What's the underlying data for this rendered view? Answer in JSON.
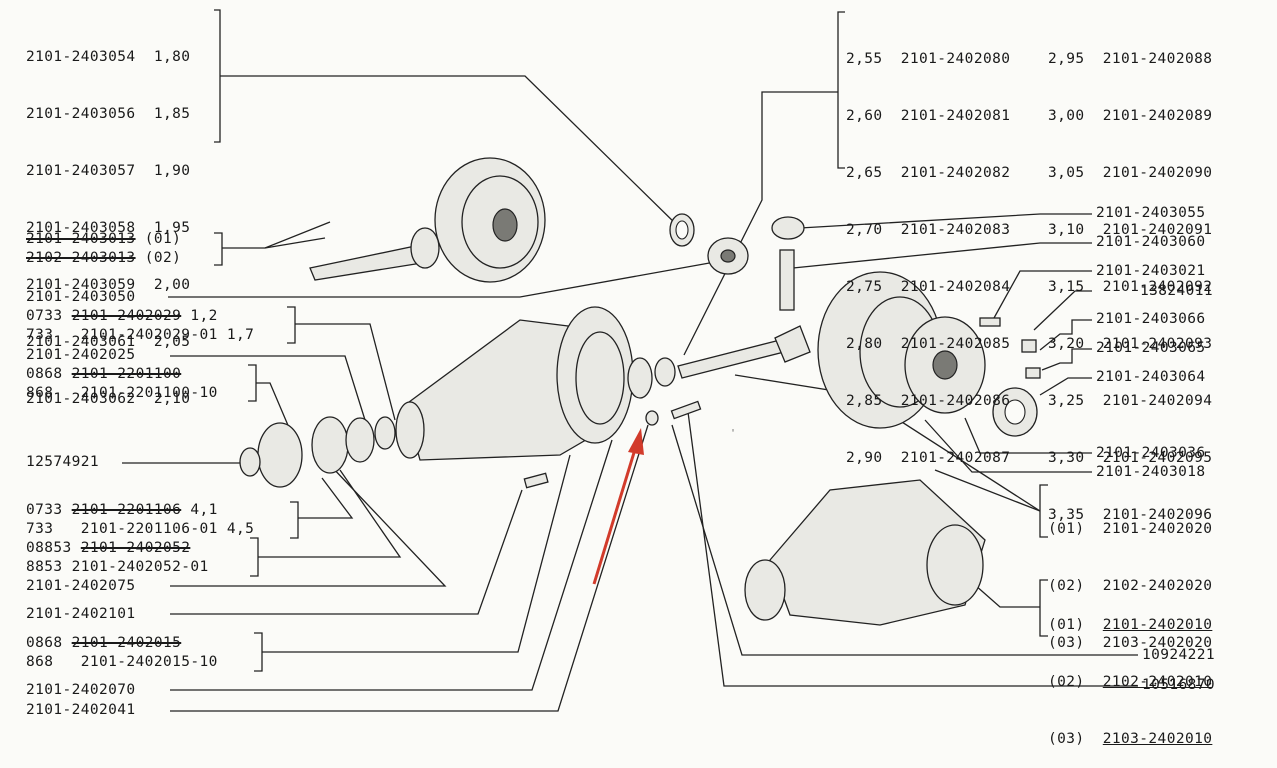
{
  "labels_left": {
    "shims_top": [
      "2101-2403054  1,80",
      "2101-2403056  1,85",
      "2101-2403057  1,90",
      "2101-2403058  1,95",
      "2101-2403059  2,00",
      "2101-2403061  2,05",
      "2101-2403062  2,10"
    ],
    "gear_set_01": "2101-2403013",
    "gear_set_01_suffix": " (01)",
    "gear_set_02": "2102-2403013",
    "gear_set_02_suffix": " (02)",
    "p_2403050": "2101-2403050",
    "p_2402029_line1_a": "0733 ",
    "p_2402029_line1_strike": "2101-2402029",
    "p_2402029_line1_b": " 1,2",
    "p_2402029_line2": "733   2101-2402029-01 1,7",
    "p_2402025": "2101-2402025",
    "p_2201100_line1_a": "0868 ",
    "p_2201100_line1_strike": "2101-2201100",
    "p_2201100_line2": "868   2101-2201100-10",
    "p_12574921": "12574921",
    "p_2201106_line1_a": "0733 ",
    "p_2201106_line1_strike": "2101-2201106",
    "p_2201106_line1_b": " 4,1",
    "p_2201106_line2": "733   2101-2201106-01 4,5",
    "p_2402052_line1_a": "08853 ",
    "p_2402052_line1_strike": "2101-2402052",
    "p_2402052_line2": "8853 2101-2402052-01",
    "p_2402075": "2101-2402075",
    "p_2402101": "2101-2402101",
    "p_2402015_line1_a": "0868 ",
    "p_2402015_line1_strike": "2101-2402015",
    "p_2402015_line2": "868   2101-2402015-10",
    "p_2402070": "2101-2402070",
    "p_2402041": "2101-2402041"
  },
  "labels_right": {
    "shims_col1": [
      "2,55  2101-2402080",
      "2,60  2101-2402081",
      "2,65  2101-2402082",
      "2,70  2101-2402083",
      "2,75  2101-2402084",
      "2,80  2101-2402085",
      "2,85  2101-2402086",
      "2,90  2101-2402087"
    ],
    "shims_col2": [
      "2,95  2101-2402088",
      "3,00  2101-2402089",
      "3,05  2101-2402090",
      "3,10  2101-2402091",
      "3,15  2101-2402092",
      "3,20  2101-2402093",
      "3,25  2101-2402094",
      "3,30  2101-2402095",
      "3,35  2101-2402096"
    ],
    "p_2403055": "2101-2403055",
    "p_2403060": "2101-2403060",
    "p_2403021": "2101-2403021",
    "p_13824011": "13824011",
    "p_2403066": "2101-2403066",
    "p_2403065": "2101-2403065",
    "p_2403064": "2101-2403064",
    "p_2403036": "2101-2403036",
    "p_2403018": "2101-2403018",
    "housing_variants": [
      "(01)  2101-2402020",
      "(02)  2102-2402020",
      "(03)  2103-2402020"
    ],
    "assembly_prefix": [
      "(01)  ",
      "(02)  ",
      "(03)  "
    ],
    "assembly_numbers": [
      "2101-2402010",
      "2102-2402010",
      "2103-2402010"
    ],
    "p_10924221": "10924221",
    "p_10516870": "10516870"
  },
  "colors": {
    "ink": "#1a1a1a",
    "paper": "#fbfbf8",
    "arrow": "#d23b2b"
  }
}
